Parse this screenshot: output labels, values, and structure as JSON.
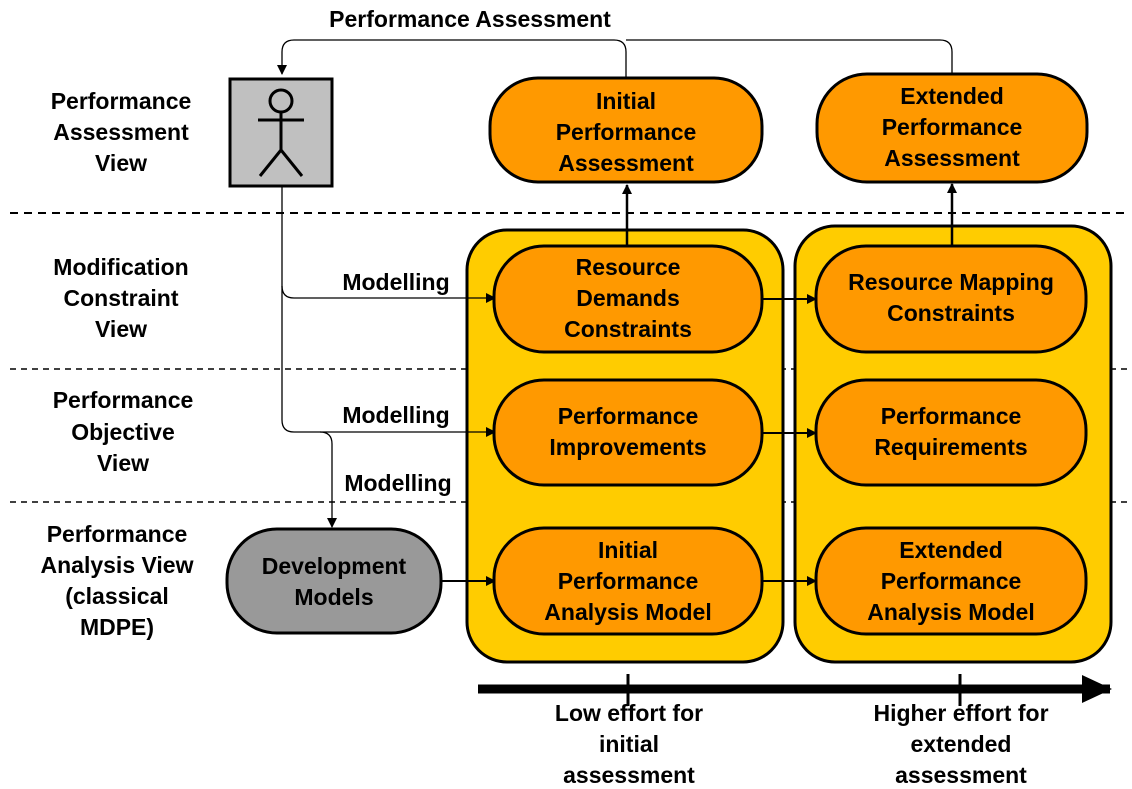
{
  "title": "Performance Assessment",
  "colors": {
    "node_fill": "#ff9900",
    "group_fill": "#ffcc00",
    "dev_fill": "#999999",
    "actor_fill": "#c0c0c0",
    "stroke": "#000000"
  },
  "views": [
    {
      "id": "performance-assessment-view",
      "lines": [
        "Performance",
        "Assessment",
        "View"
      ]
    },
    {
      "id": "modification-constraint-view",
      "lines": [
        "Modification",
        "Constraint",
        "View"
      ]
    },
    {
      "id": "performance-objective-view",
      "lines": [
        "Performance",
        "Objective",
        "View"
      ]
    },
    {
      "id": "performance-analysis-view",
      "lines": [
        "Performance",
        "Analysis View",
        "(classical",
        "MDPE)"
      ]
    }
  ],
  "nodes": {
    "initial_assessment": [
      "Initial",
      "Performance",
      "Assessment"
    ],
    "extended_assessment": [
      "Extended",
      "Performance",
      "Assessment"
    ],
    "resource_demands": [
      "Resource",
      "Demands",
      "Constraints"
    ],
    "resource_mapping": [
      "Resource Mapping",
      "Constraints"
    ],
    "performance_improvements": [
      "Performance",
      "Improvements"
    ],
    "performance_requirements": [
      "Performance",
      "Requirements"
    ],
    "initial_analysis_model": [
      "Initial",
      "Performance",
      "Analysis Model"
    ],
    "extended_analysis_model": [
      "Extended",
      "Performance",
      "Analysis Model"
    ],
    "development_models": [
      "Development",
      "Models"
    ]
  },
  "edge_labels": {
    "modelling_1": "Modelling",
    "modelling_2": "Modelling",
    "modelling_3": "Modelling"
  },
  "axis": {
    "low_effort": [
      "Low effort for",
      "initial",
      "assessment"
    ],
    "high_effort": [
      "Higher effort for",
      "extended",
      "assessment"
    ]
  }
}
